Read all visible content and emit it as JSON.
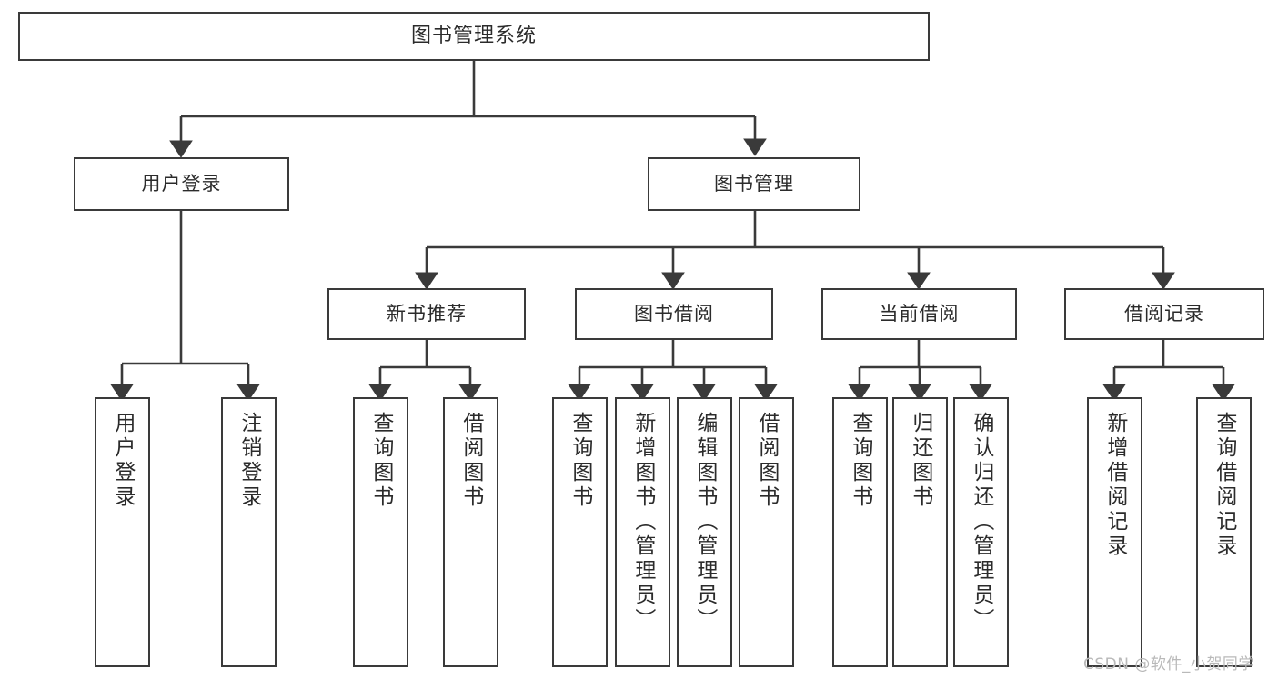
{
  "diagram": {
    "title": "图书管理系统",
    "type": "tree-hierarchy-diagram",
    "colors": {
      "background": "#ffffff",
      "box_border": "#3a3a3a",
      "box_fill": "#ffffff",
      "text": "#2b2b2b",
      "connector": "#3a3a3a",
      "watermark": "#b9b9b9"
    }
  },
  "root": {
    "label": "图书管理系统"
  },
  "level2": [
    {
      "label": "用户登录"
    },
    {
      "label": "图书管理"
    }
  ],
  "level3": [
    {
      "label": "新书推荐"
    },
    {
      "label": "图书借阅"
    },
    {
      "label": "当前借阅"
    },
    {
      "label": "借阅记录"
    }
  ],
  "leaves": {
    "user_login": [
      {
        "label": "用户登录"
      },
      {
        "label": "注销登录"
      }
    ],
    "new_book_recommend": [
      {
        "label": "查询图书"
      },
      {
        "label": "借阅图书"
      }
    ],
    "book_borrow": [
      {
        "label": "查询图书"
      },
      {
        "label": "新增图书（管理员）"
      },
      {
        "label": "编辑图书（管理员）"
      },
      {
        "label": "借阅图书"
      }
    ],
    "current_borrow": [
      {
        "label": "查询图书"
      },
      {
        "label": "归还图书"
      },
      {
        "label": "确认归还（管理员）"
      }
    ],
    "borrow_records": [
      {
        "label": "新增借阅记录"
      },
      {
        "label": "查询借阅记录"
      }
    ]
  },
  "watermark": {
    "text": "CSDN @软件_小贺同学"
  }
}
